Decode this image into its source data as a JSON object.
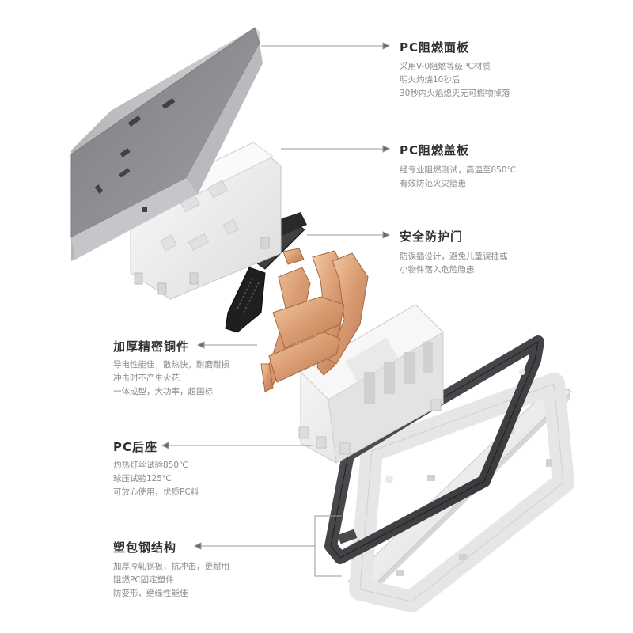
{
  "features": [
    {
      "title": "PC阻燃面板",
      "lines": [
        "采用V-0阻燃等级PC材质",
        "明火灼烧10秒后",
        "30秒内火焰熄灭无可燃物掉落"
      ]
    },
    {
      "title": "PC阻燃盖板",
      "lines": [
        "经专业阻燃测试，高温至850℃",
        "有效防范火灾隐患"
      ]
    },
    {
      "title": "安全防护门",
      "lines": [
        "防误插设计，避免儿童误插或",
        "小物件落入危险隐患"
      ]
    },
    {
      "title": "加厚精密铜件",
      "lines": [
        "导电性能佳，散热快，耐磨耐损",
        "冲击时不产生火花",
        "一体成型，大功率，超国标"
      ]
    },
    {
      "title": "PC后座",
      "lines": [
        "灼热灯丝试验850℃",
        "球压试验125℃",
        "可放心使用，优质PC料"
      ]
    },
    {
      "title": "塑包钢结构",
      "lines": [
        "加厚冷轧钢板，抗冲击，更耐用",
        "阻燃PC固定塑件",
        "防变形，绝缘性能佳"
      ]
    }
  ],
  "colors": {
    "panel": "#8f9194",
    "white_part": "#f1f1f1",
    "copper": "#d9a27a",
    "steel_frame": "#3c3c3e",
    "shutter": "#1e1e20",
    "title_text": "#2f2f2f",
    "desc_text": "#8a8a8a",
    "leader_line": "#9a9a9a"
  }
}
